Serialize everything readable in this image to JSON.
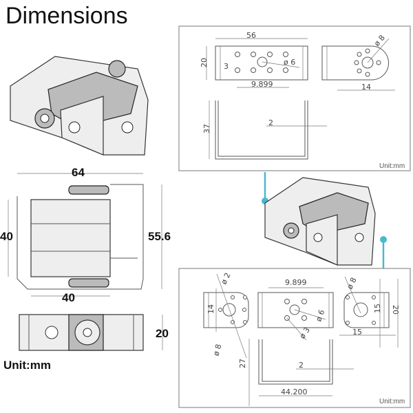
{
  "title": "Dimensions",
  "left": {
    "width_64": "64",
    "height_40": "40",
    "height_55_6": "55.6",
    "width_40": "40",
    "depth_20": "20",
    "unit": "Unit:mm"
  },
  "top_panel": {
    "len_56": "56",
    "h_20": "20",
    "hole_3": "3",
    "hole_6": "ø 6",
    "spacing_9899": "9.899",
    "hole_8": "ø 8",
    "spacing_14": "14",
    "h_37": "37",
    "thick_2": "2",
    "unit": "Unit:mm"
  },
  "bottom_panel": {
    "hole_2": "ø 2",
    "h_14": "14",
    "hole_8a": "ø 8",
    "spacing_9899": "9.899",
    "hole_6": "ø 6",
    "hole_3": "ø 3",
    "hole_8b": "ø 8",
    "v_15": "15",
    "h_20": "20",
    "w_15": "15",
    "h_27": "27",
    "thick_2": "2",
    "w_44200": "44.200",
    "unit": "Unit:mm"
  },
  "colors": {
    "connector": "#4ab8cf"
  }
}
